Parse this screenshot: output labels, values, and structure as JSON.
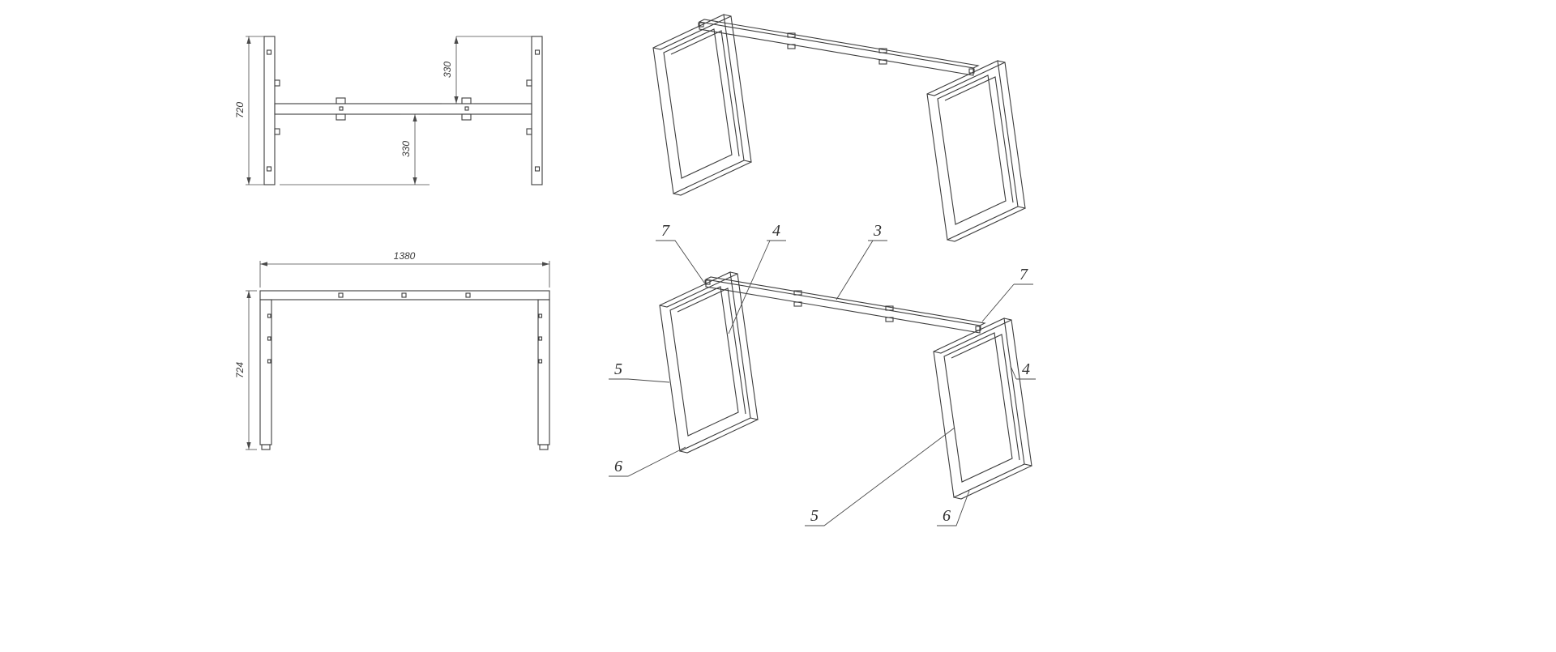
{
  "drawing": {
    "background": "#ffffff",
    "line_color": "#3d3d3d",
    "dim_color": "#4a4a4a",
    "views": {
      "plan": {
        "dim_depth": "720",
        "dim_upper": "330",
        "dim_lower": "330"
      },
      "front": {
        "dim_width": "1380",
        "dim_height": "724"
      }
    },
    "callouts": [
      {
        "label": "7"
      },
      {
        "label": "4"
      },
      {
        "label": "3"
      },
      {
        "label": "7"
      },
      {
        "label": "5"
      },
      {
        "label": "4"
      },
      {
        "label": "6"
      },
      {
        "label": "5"
      },
      {
        "label": "6"
      }
    ]
  }
}
